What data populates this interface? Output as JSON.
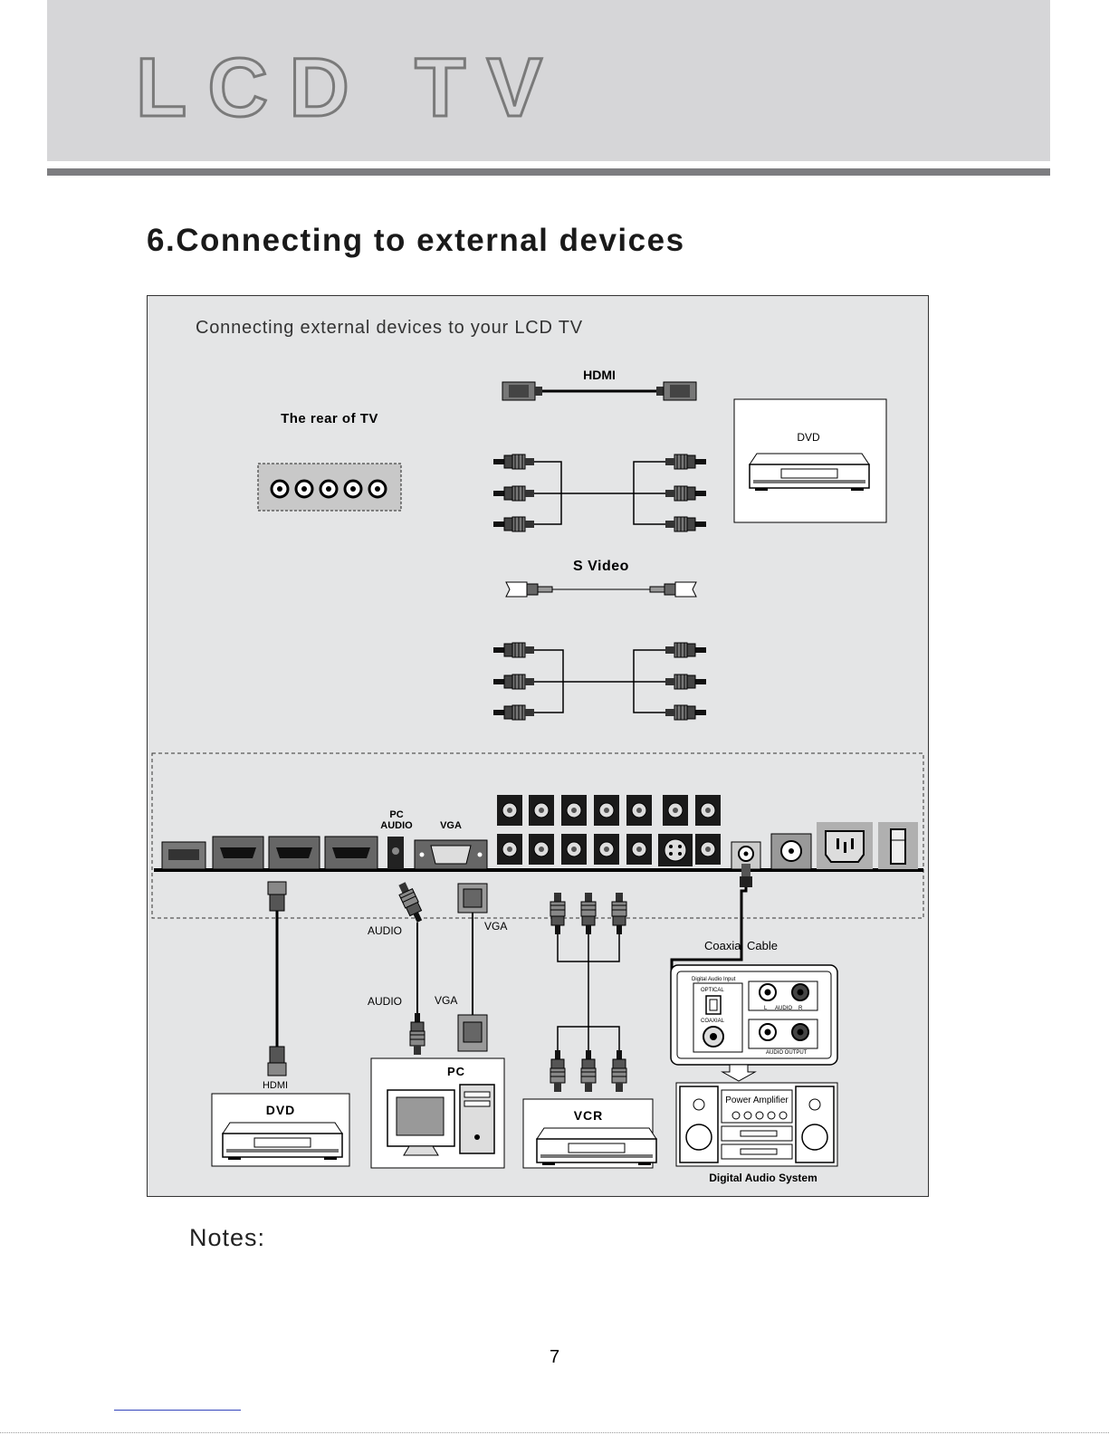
{
  "header": {
    "logo_text": "LCD TV"
  },
  "section": {
    "title": "6.Connecting to external devices"
  },
  "diagram": {
    "subtitle": "Connecting external devices to your LCD TV",
    "rear_label": "The rear of TV",
    "hdmi_cable_label": "HDMI",
    "dvd_top_label": "DVD",
    "svideo_label": "S Video",
    "port_pc_audio_line1": "PC",
    "port_pc_audio_line2": "AUDIO",
    "port_vga": "VGA",
    "audio_label_1": "AUDIO",
    "vga_label_1": "VGA",
    "audio_label_2": "AUDIO",
    "vga_label_2": "VGA",
    "coaxial_label": "Coaxial Cable",
    "hdmi_small_label": "HDMI",
    "dvd_bottom_label": "DVD",
    "pc_label": "PC",
    "vcr_label": "VCR",
    "digital_audio_input": "Digital Audio Input",
    "optical": "OPTICAL",
    "coaxial": "COAXIAL",
    "audio_l": "L",
    "audio_word": "AUDIO",
    "audio_r": "R",
    "audio_output": "AUDIO OUTPUT",
    "power_amplifier": "Power Amplifier",
    "digital_audio_system": "Digital Audio System"
  },
  "notes": {
    "label": "Notes:"
  },
  "page": {
    "number": "7"
  }
}
